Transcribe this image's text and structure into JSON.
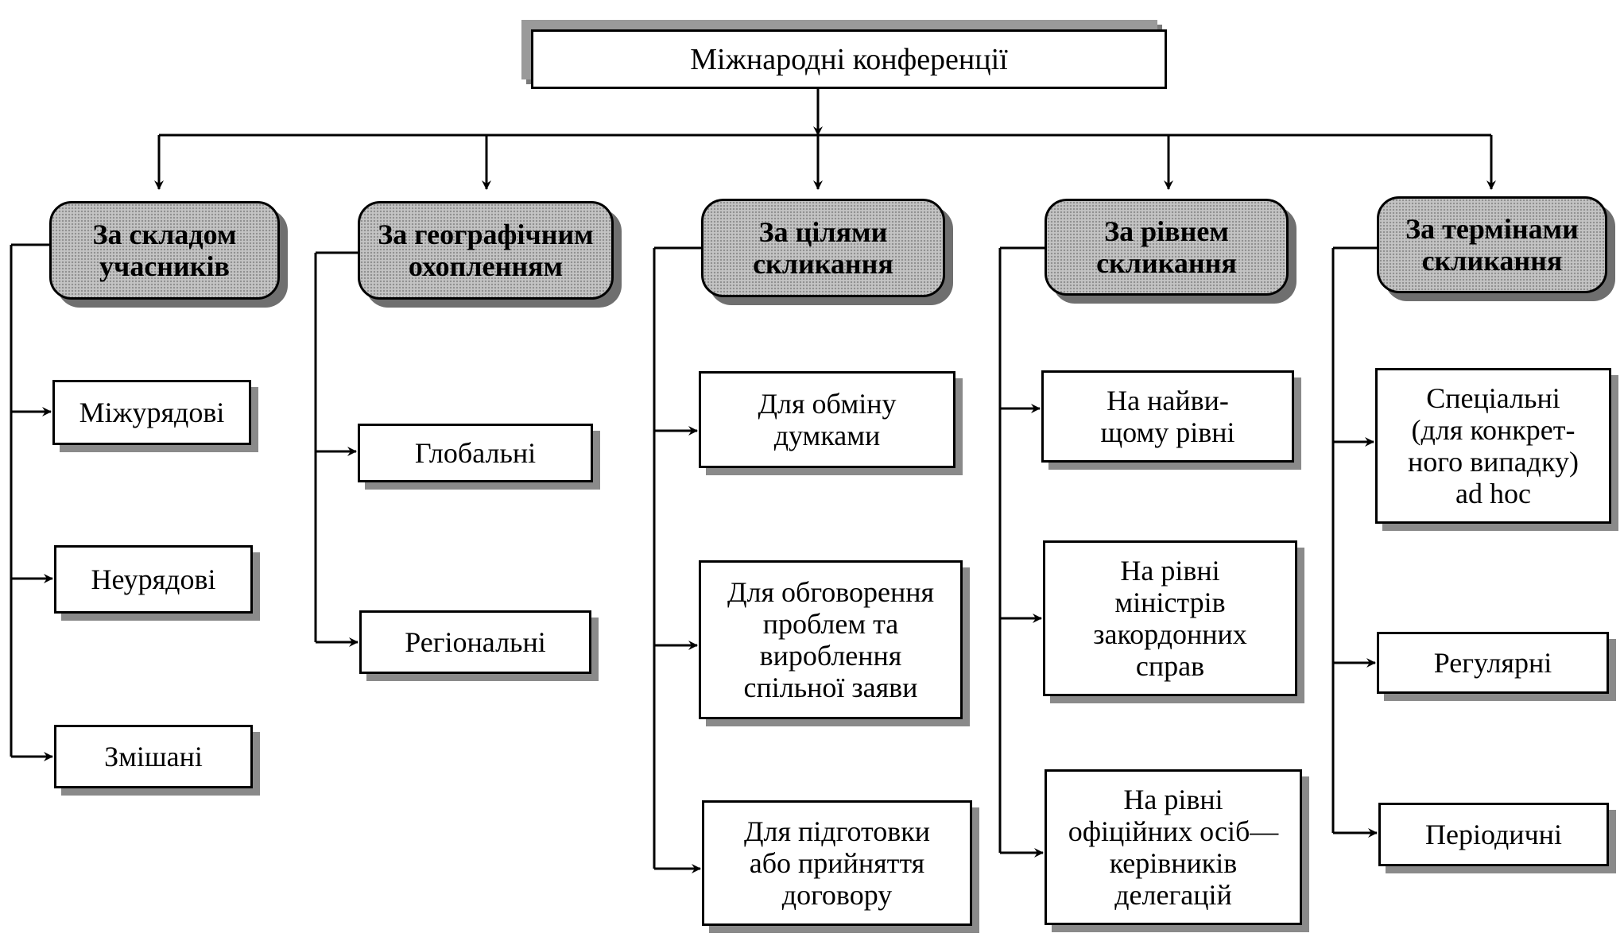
{
  "root": {
    "label": "Міжнародні конференції"
  },
  "categories": [
    {
      "label": "За складом\nучасників",
      "items": [
        "Міжурядові",
        "Неурядові",
        "Змішані"
      ]
    },
    {
      "label": "За географічним\nохопленням",
      "items": [
        "Глобальні",
        "Регіональні"
      ]
    },
    {
      "label": "За цілями\nскликання",
      "items": [
        "Для обміну\nдумками",
        "Для обговорення\nпроблем та\nвироблення\nспільної заяви",
        "Для підготовки\nабо прийняття\nдоговору"
      ]
    },
    {
      "label": "За рівнем\nскликання",
      "items": [
        "На найви-\nщому рівні",
        "На рівні\nміністрів\nзакордонних\nсправ",
        "На рівні\nофіційних осіб—\nкерівників\nделегацій"
      ]
    },
    {
      "label": "За термінами\nскликання",
      "items": [
        "Спеціальні\n(для конкрет-\nного випадку)\nad hoc",
        "Регулярні",
        "Періодичні"
      ]
    }
  ],
  "colors": {
    "line": "#000000",
    "category_fill": "#c4c4c4",
    "shadow": "#8a8a8a"
  }
}
